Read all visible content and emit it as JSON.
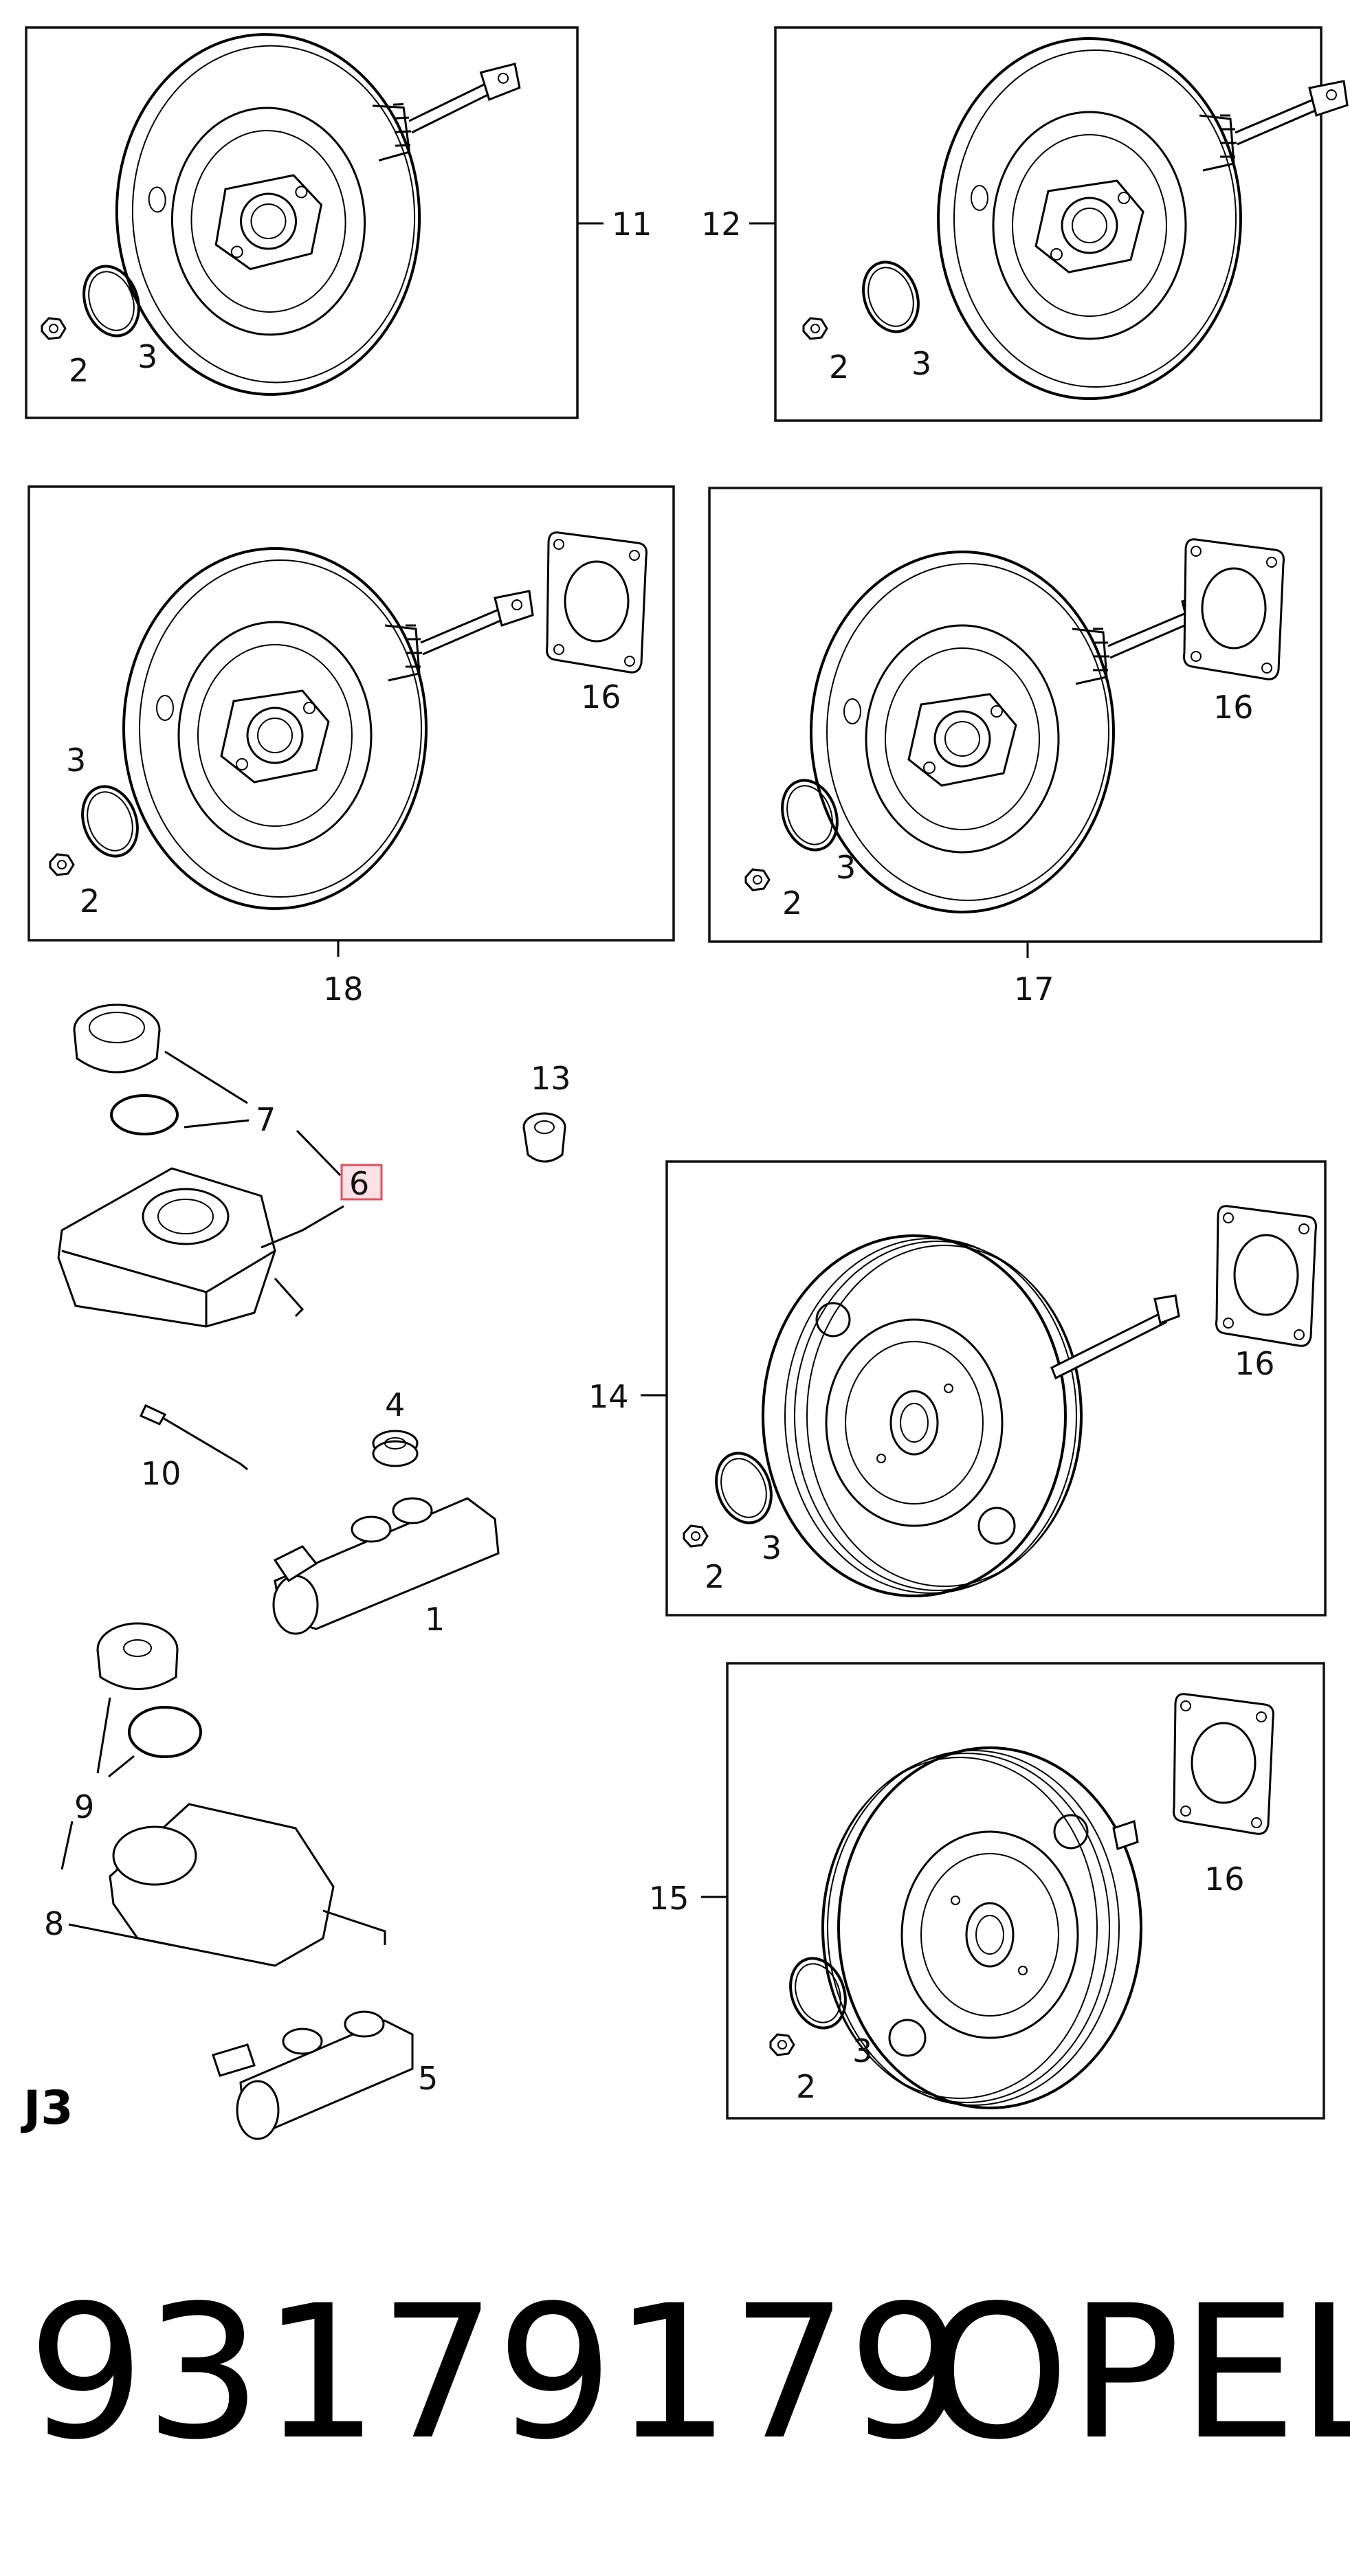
{
  "diagram": {
    "section_code": "J3",
    "part_number": "93179179",
    "brand": "OPEL",
    "highlight_color": "#e05060",
    "callouts": [
      "1",
      "2",
      "3",
      "4",
      "5",
      "6",
      "7",
      "8",
      "9",
      "10",
      "11",
      "12",
      "13",
      "14",
      "15",
      "16",
      "17",
      "18"
    ],
    "panel_callouts": {
      "p11": {
        "main": "11",
        "nut": "2",
        "ring": "3"
      },
      "p12": {
        "main": "12",
        "nut": "2",
        "ring": "3"
      },
      "p18": {
        "main": "18",
        "nut": "2",
        "ring": "3",
        "gasket": "16"
      },
      "p17": {
        "main": "17",
        "nut": "2",
        "ring": "3",
        "gasket": "16"
      },
      "p14": {
        "main": "14",
        "nut": "2",
        "ring": "3",
        "gasket": "16"
      },
      "p15": {
        "main": "15",
        "nut": "2",
        "ring": "3",
        "gasket": "16"
      }
    },
    "loose_parts": {
      "cylinder_a": "1",
      "cylinder_b": "5",
      "grommet": "4",
      "reservoir_a": "6",
      "cap_seal_a": "7",
      "reservoir_b": "8",
      "cap_seal_b": "9",
      "pin": "10",
      "bushing": "13"
    }
  }
}
